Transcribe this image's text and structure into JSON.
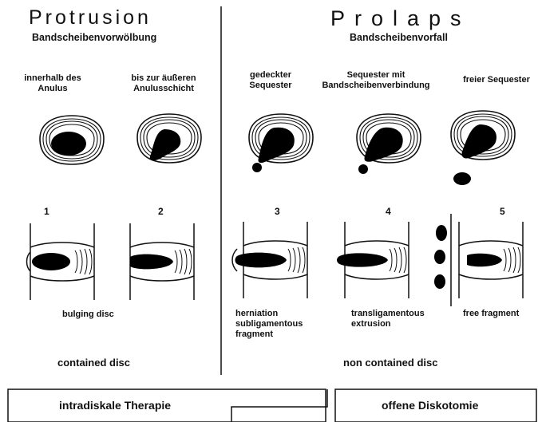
{
  "left": {
    "title": "Protrusion",
    "subtitle": "Bandscheibenvorwölbung",
    "labels": [
      "innerhalb des\nAnulus",
      "bis zur äußeren\nAnulusschicht"
    ],
    "caption": "bulging disc",
    "group": "contained disc"
  },
  "right": {
    "title": "Prolaps",
    "subtitle": "Bandscheibenvorfall",
    "labels": [
      "gedeckter\nSequester",
      "Sequester mit\nBandscheibenverbindung",
      "freier Sequester"
    ],
    "captions": [
      "herniation\nsubligamentous\nfragment",
      "transligamentous\nextrusion",
      "free fragment"
    ],
    "group": "non contained disc"
  },
  "numbers": [
    "1",
    "2",
    "3",
    "4",
    "5"
  ],
  "therapy": {
    "left": "intradiskale Therapie",
    "right": "offene Diskotomie"
  }
}
